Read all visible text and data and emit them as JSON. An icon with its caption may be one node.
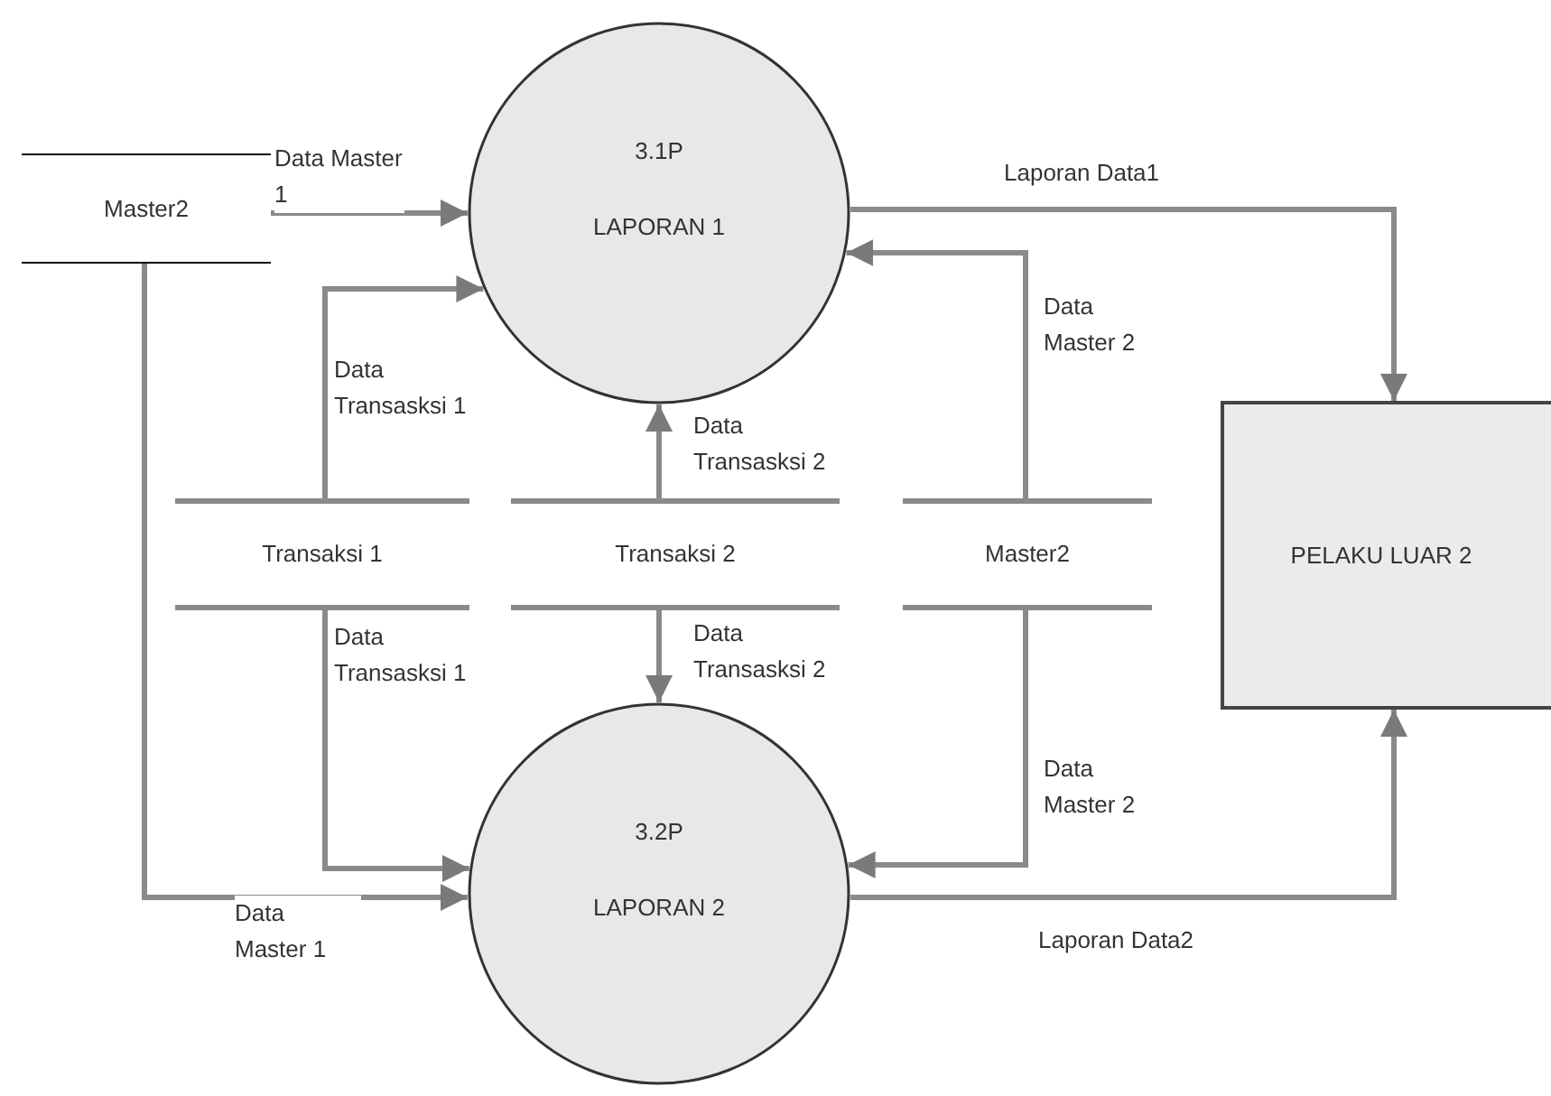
{
  "diagram": {
    "nodes": [
      {
        "text": [
          "Master2"
        ]
      },
      {
        "text": [
          "3.1P",
          "LAPORAN 1"
        ]
      },
      {
        "text": [
          "Transaksi 1"
        ]
      },
      {
        "text": [
          "Transaksi 2"
        ]
      },
      {
        "text": [
          "Master2"
        ]
      },
      {
        "text": [
          "PELAKU LUAR 2"
        ]
      },
      {
        "text": [
          "3.2P",
          "LAPORAN 2"
        ]
      }
    ],
    "edges": [
      {
        "from": 0,
        "to": 1,
        "arrow": "to",
        "label": "Data Master 1"
      },
      {
        "from": 2,
        "to": 1,
        "arrow": "to",
        "label": "Data Transasksi 1"
      },
      {
        "from": 3,
        "to": 1,
        "arrow": "to",
        "label": "Data Transasksi 2"
      },
      {
        "from": 4,
        "to": 1,
        "arrow": "to",
        "label": "Data Master 2"
      },
      {
        "from": 1,
        "to": 5,
        "arrow": "to",
        "label": "Laporan Data1"
      },
      {
        "from": 2,
        "to": 6,
        "arrow": "to",
        "label": "Data Transasksi 1"
      },
      {
        "from": 0,
        "to": 6,
        "arrow": "to",
        "label": "Data Master 1"
      },
      {
        "from": 3,
        "to": 6,
        "arrow": "to",
        "label": "Data Transasksi 2"
      },
      {
        "from": 4,
        "to": 6,
        "arrow": "to",
        "label": "Data Master 2"
      },
      {
        "from": 6,
        "to": 5,
        "arrow": "to",
        "label": "Laporan Data2"
      }
    ]
  }
}
